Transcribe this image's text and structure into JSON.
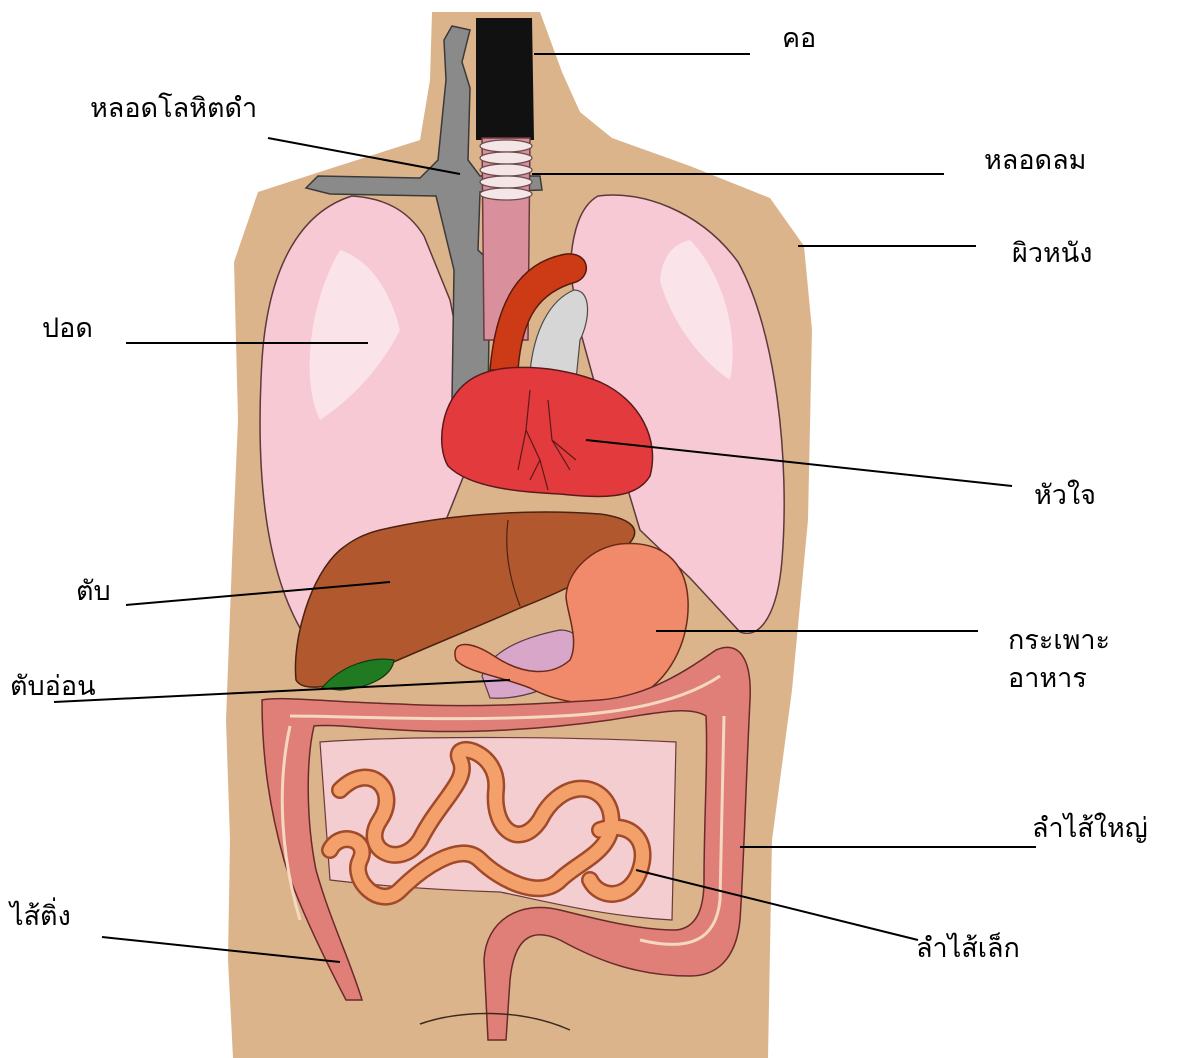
{
  "labels": {
    "neck": "คอ",
    "vein": "หลอดโลหิตดำ",
    "trachea": "หลอดลม",
    "skin": "ผิวหนัง",
    "lung": "ปอด",
    "heart": "หัวใจ",
    "liver": "ตับ",
    "stomach_line1": "กระเพาะ",
    "stomach_line2": "อาหาร",
    "pancreas": "ตับอ่อน",
    "large_intestine": "ลำไส้ใหญ่",
    "appendix": "ไส้ติ่ง",
    "small_intestine": "ลำไส้เล็ก"
  },
  "colors": {
    "skin": "#dcb48c",
    "lung": "#f6c9d4",
    "heart": "#e33a3e",
    "liver": "#b2582f",
    "stomach": "#f08a6a",
    "pancreas": "#d7a6c8",
    "gallbladder": "#1f7a22",
    "large_intestine": "#e07e78",
    "small_intestine": "#f3a06a",
    "vein": "#8a8a8a",
    "aorta": "#cc3a16"
  }
}
